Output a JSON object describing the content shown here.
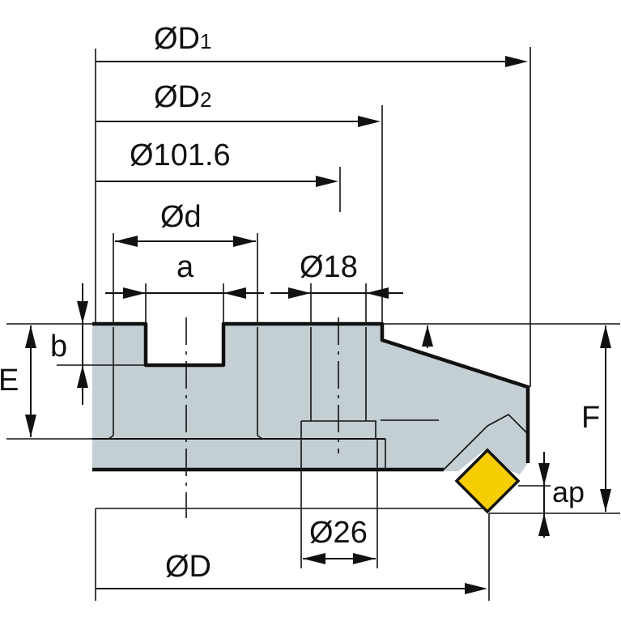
{
  "diagram": {
    "labels": {
      "d1": {
        "main": "ØD",
        "sub": "1"
      },
      "d2": {
        "main": "ØD",
        "sub": "2"
      },
      "d101": "Ø101.6",
      "d_small": "Ød",
      "a": "a",
      "d18": "Ø18",
      "b": "b",
      "e": "E",
      "f": "F",
      "ap": "ap",
      "d26": "Ø26",
      "d_main": "ØD"
    },
    "colors": {
      "body_fill": "#c3cfd2",
      "insert_fill": "#f6cd00",
      "line": "#111111"
    }
  }
}
